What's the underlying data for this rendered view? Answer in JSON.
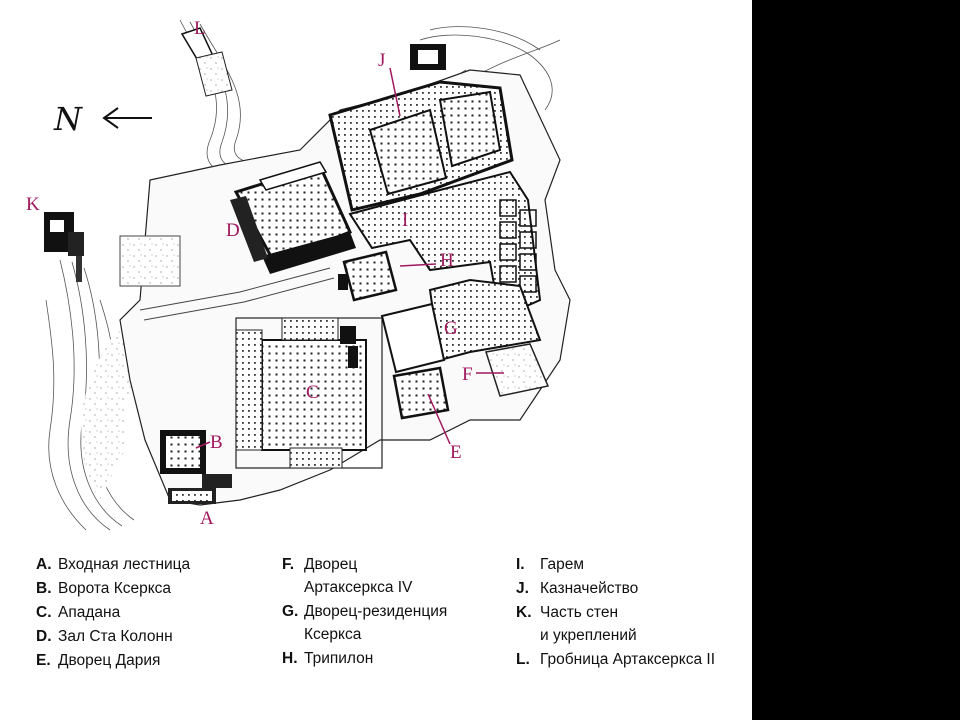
{
  "plan": {
    "labels": {
      "A": "A",
      "B": "B",
      "C": "C",
      "D": "D",
      "E": "E",
      "F": "F",
      "G": "G",
      "H": "H",
      "I": "I",
      "J": "J",
      "K": "K",
      "L": "L"
    },
    "north_symbol": "N"
  },
  "legend": {
    "col1": [
      {
        "key": "A.",
        "text": "Входная лестница"
      },
      {
        "key": "B.",
        "text": "Ворота Ксеркса"
      },
      {
        "key": "C.",
        "text": "Ападана"
      },
      {
        "key": "D.",
        "text": "Зал Ста Колонн"
      },
      {
        "key": "E.",
        "text": "Дворец Дария"
      }
    ],
    "col2": [
      {
        "key": "F.",
        "text": "Дворец",
        "text2": "Артаксеркса IV"
      },
      {
        "key": "G.",
        "text": "Дворец-резиденция",
        "text2": "Ксеркса"
      },
      {
        "key": "H.",
        "text": "Трипилон"
      }
    ],
    "col3": [
      {
        "key": "I.",
        "text": "Гарем"
      },
      {
        "key": "J.",
        "text": "Казначейство"
      },
      {
        "key": "K.",
        "text": "Часть стен",
        "text2": "и укреплений"
      },
      {
        "key": "L.",
        "text": "Гробница Артаксеркса II"
      }
    ]
  },
  "colors": {
    "label": "#a0185e",
    "ink": "#111111",
    "background": "#000000"
  }
}
